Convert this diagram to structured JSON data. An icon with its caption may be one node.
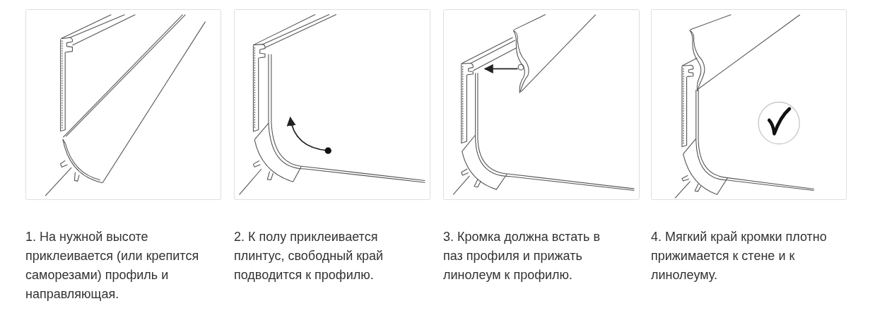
{
  "diagram": {
    "nodes": [
      {
        "text": [],
        "shape": "picture",
        "beside": [
          "1. На нужной высоте приклеивается (или крепится саморезами) профиль и направляющая."
        ]
      },
      {
        "text": [],
        "shape": "picture",
        "beside": [
          "2. К полу приклеивается плинтус, свободный край подводится к профилю."
        ]
      },
      {
        "text": [],
        "shape": "picture",
        "beside": [
          "3. Кромка должна встать в паз профиля и прижать линолеум к профилю."
        ]
      },
      {
        "text": [],
        "shape": "picture",
        "beside": [
          "4. Мягкий край кромки плотно прижимается к стене и к линолеуму."
        ]
      }
    ]
  }
}
